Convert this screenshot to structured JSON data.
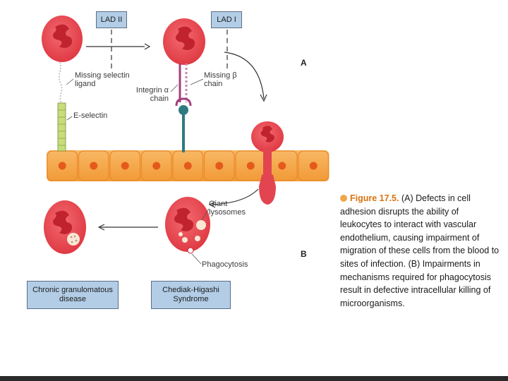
{
  "boxes": {
    "lad2": "LAD II",
    "lad1": "LAD I",
    "cgd": "Chronic granulomatous\ndisease",
    "chs": "Chediak-Higashi\nSyndrome"
  },
  "labels": {
    "missing_selectin": "Missing selectin\nligand",
    "missing_beta": "Missing β\nchain",
    "integrin_alpha": "Integrin α\nchain",
    "e_selectin": "E-selectin",
    "giant_lysosomes": "Giant\nlysosomes",
    "phagocytosis": "Phagocytosis"
  },
  "panels": {
    "a": "A",
    "b": "B"
  },
  "caption": {
    "figure_label": "Figure 17.5.",
    "text": "(A) Defects in cell adhesion disrupts the ability of leukocytes to interact with vascular endothelium, causing impairment of migration of these cells from the blood to sites of infection. (B) Impairments in mechanisms required for phagocytosis result in defective intracellular killing of microorganisms."
  },
  "colors": {
    "cell": "#e8484f",
    "nucleus": "#c0232e",
    "endothelium": "#f5a344",
    "endothelium_nucleus": "#e55a1c",
    "box_fill": "#b3cde6",
    "selectin_green": "#c6dd7a",
    "integrin": "#a3407f",
    "stalk": "#2e7b80",
    "figure_label": "#d9730f"
  }
}
